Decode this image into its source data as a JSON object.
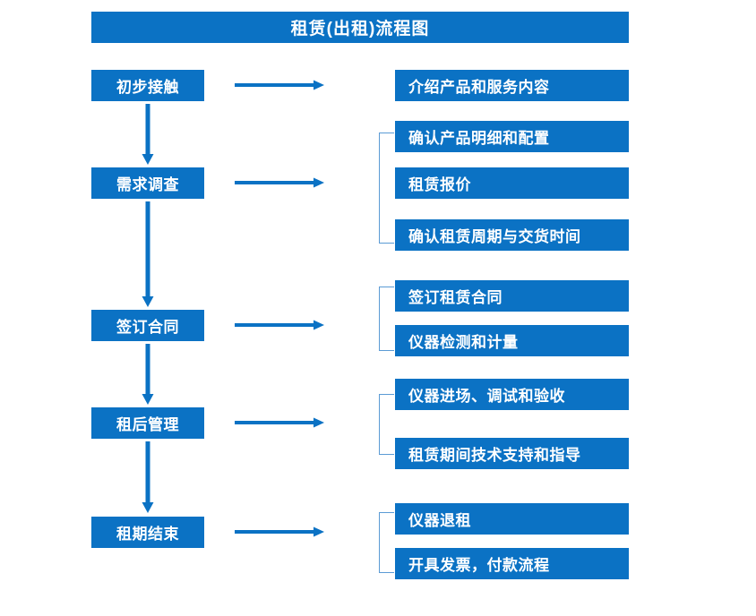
{
  "diagram": {
    "title": "租赁(出租)流程图",
    "colors": {
      "box_fill": "#0b72c4",
      "box_text": "#ffffff",
      "arrow": "#0b72c4",
      "bracket": "#5b9bd5",
      "background": "#ffffff"
    },
    "stages": [
      {
        "label": "初步接触",
        "details": [
          "介绍产品和服务内容"
        ],
        "bracketed": false
      },
      {
        "label": "需求调查",
        "details": [
          "确认产品明细和配置",
          "租赁报价",
          "确认租赁周期与交货时间"
        ],
        "bracketed": true
      },
      {
        "label": "签订合同",
        "details": [
          "签订租赁合同",
          "仪器检测和计量"
        ],
        "bracketed": true
      },
      {
        "label": "租后管理",
        "details": [
          "仪器进场、调试和验收",
          "租赁期间技术支持和指导"
        ],
        "bracketed": true
      },
      {
        "label": "租期结束",
        "details": [
          "仪器退租",
          "开具发票，付款流程"
        ],
        "bracketed": true
      }
    ],
    "icons": {
      "right_arrow": "arrow-right-icon",
      "down_arrow": "arrow-down-icon",
      "group_bracket": "group-bracket-icon"
    }
  }
}
